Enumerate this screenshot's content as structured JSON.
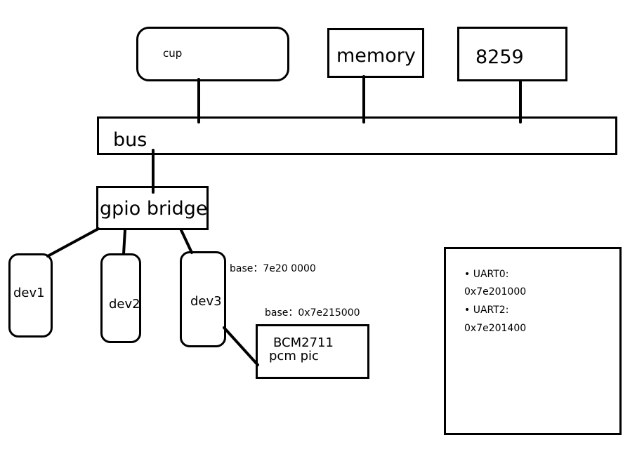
{
  "components": {
    "cpu": "cup",
    "memory": "memory",
    "pic_8259": "8259",
    "bus": "bus",
    "gpio_bridge": "gpio bridge",
    "dev1": "dev1",
    "dev2": "dev2",
    "dev3": "dev3",
    "bcm_line1": "BCM2711",
    "bcm_line2": "pcm pic"
  },
  "annotations": {
    "dev3_base": "base：7e20 0000",
    "bcm_base": "base：0x7e215000"
  },
  "uart_panel": {
    "items": [
      {
        "label": "• UART0:",
        "address": "0x7e201000"
      },
      {
        "label": "• UART2:",
        "address": "0x7e201400"
      }
    ]
  },
  "colors": {
    "stroke": "#000000",
    "background": "#ffffff"
  }
}
